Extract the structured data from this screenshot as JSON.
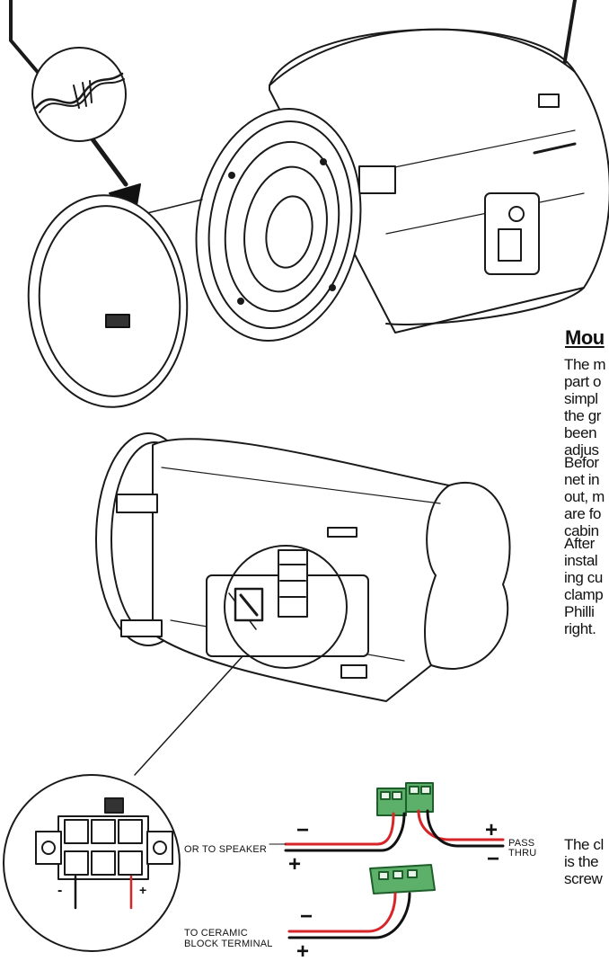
{
  "section": {
    "heading": "Mou",
    "paragraphs": [
      [
        "The m",
        "part o",
        "simpl",
        "the gr",
        "been ",
        "adjus"
      ],
      [
        "Befor",
        "net in",
        "out, m",
        "are fo",
        "cabin"
      ],
      [
        "After",
        "instal",
        "ing cu",
        "clamp",
        "Philli",
        "right."
      ],
      [
        "The cl",
        "is the",
        "screw"
      ]
    ]
  },
  "wiring": {
    "speaker_label": "OR TO SPEAKER",
    "pass_thru_label_1": "PASS",
    "pass_thru_label_2": "THRU",
    "ceramic_label_1": "TO CERAMIC",
    "ceramic_label_2": "BLOCK TERMINAL",
    "minus": "−",
    "plus": "+",
    "small_minus": "-",
    "small_plus": "+"
  },
  "colors": {
    "wire_red": "#d7262a",
    "wire_black": "#111111",
    "terminal_green": "#5db06a",
    "line": "#1a1a1a"
  }
}
